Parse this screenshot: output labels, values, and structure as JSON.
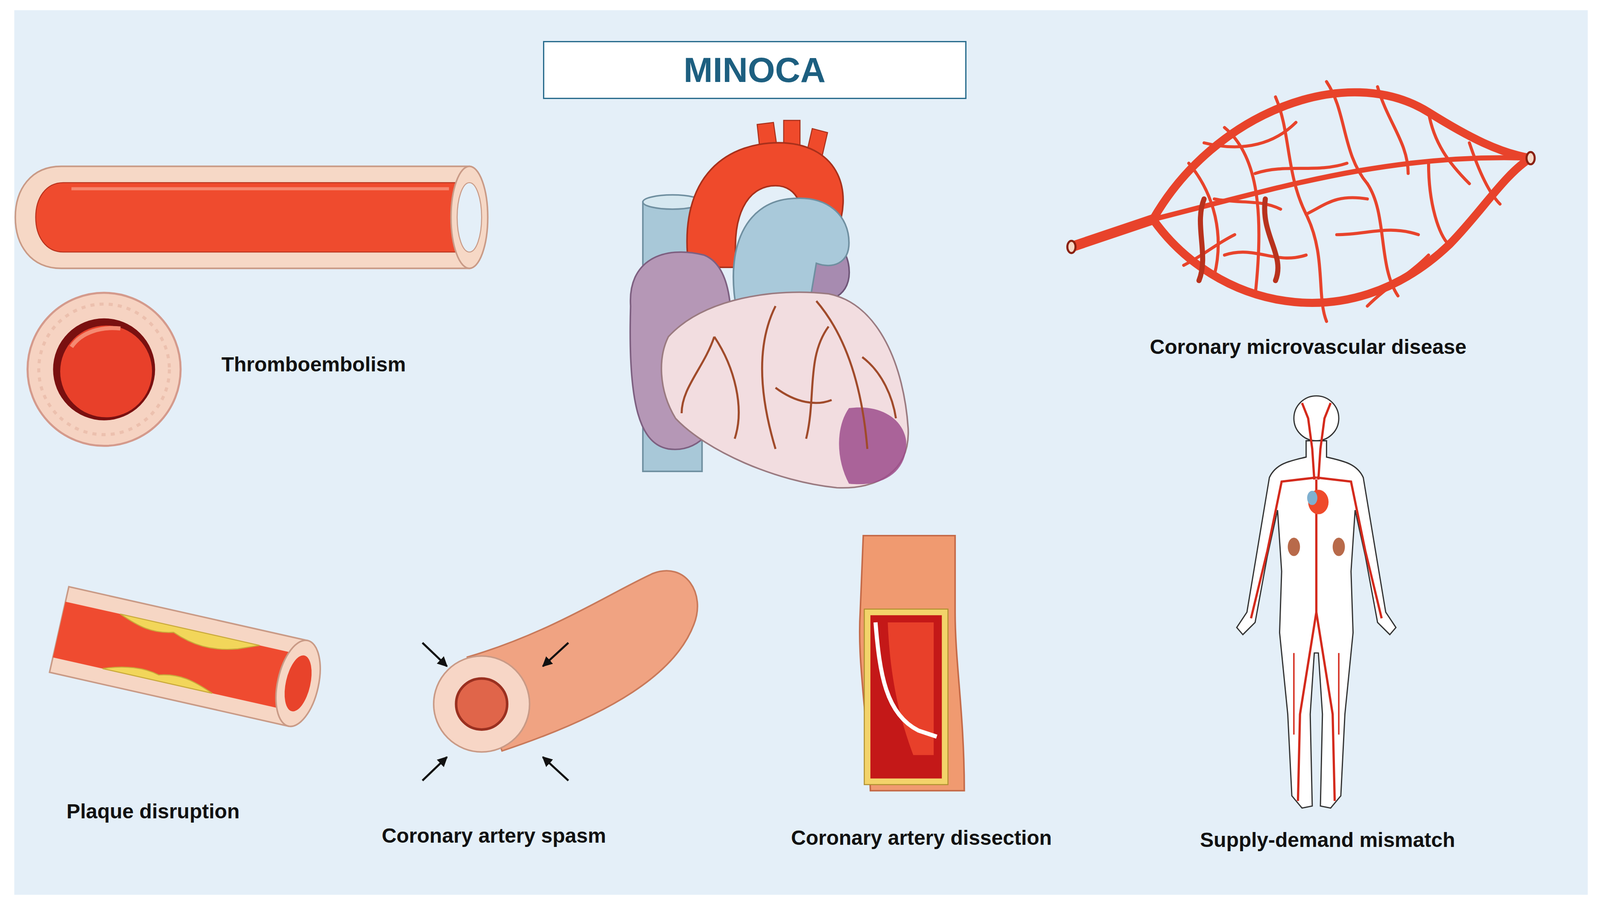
{
  "diagram": {
    "title": "MINOCA",
    "labels": [
      "Thromboembolism",
      "Coronary microvascular disease",
      "Plaque disruption",
      "Coronary artery spasm",
      "Coronary artery dissection",
      "Supply-demand mismatch"
    ]
  }
}
